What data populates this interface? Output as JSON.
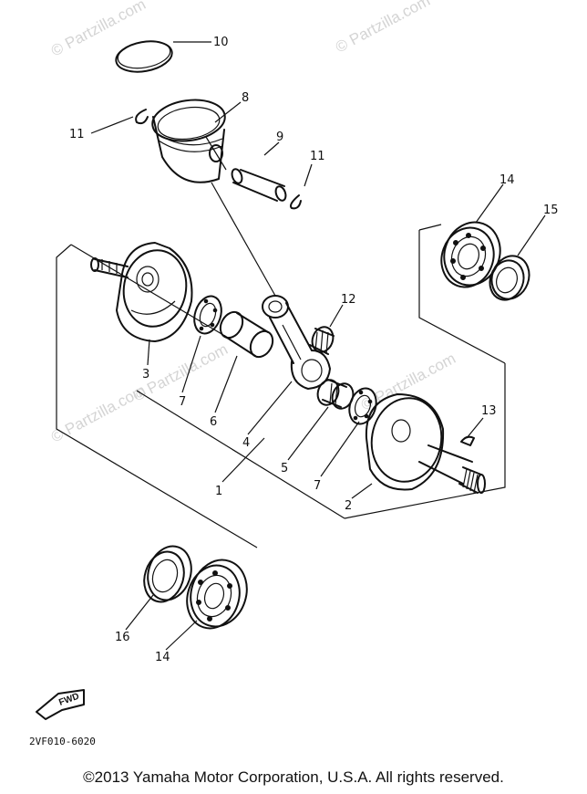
{
  "watermarks": [
    "© Partzilla.com",
    "© Partzilla.com",
    "© Partzilla.com",
    "© Partzilla.com",
    "© Partzilla.com"
  ],
  "callouts": {
    "piston_ring": "10",
    "piston": "8",
    "circlip_left": "11",
    "piston_pin": "9",
    "circlip_right": "11",
    "bearing_upper": "14",
    "oil_seal_upper": "15",
    "needle_bearing_small_end": "12",
    "crank_left": "3",
    "washer_left": "7",
    "crank_pin": "6",
    "connecting_rod": "4",
    "crank_assembly": "1",
    "needle_bearing_big_end": "5",
    "washer_right": "7",
    "woodruff_key": "13",
    "crank_right": "2",
    "oil_seal_lower": "16",
    "bearing_lower": "14"
  },
  "fwd_label": "FWD",
  "diagram_code": "2VF010-6020",
  "copyright": "©2013  Yamaha Motor Corporation, U.S.A. All rights reserved."
}
